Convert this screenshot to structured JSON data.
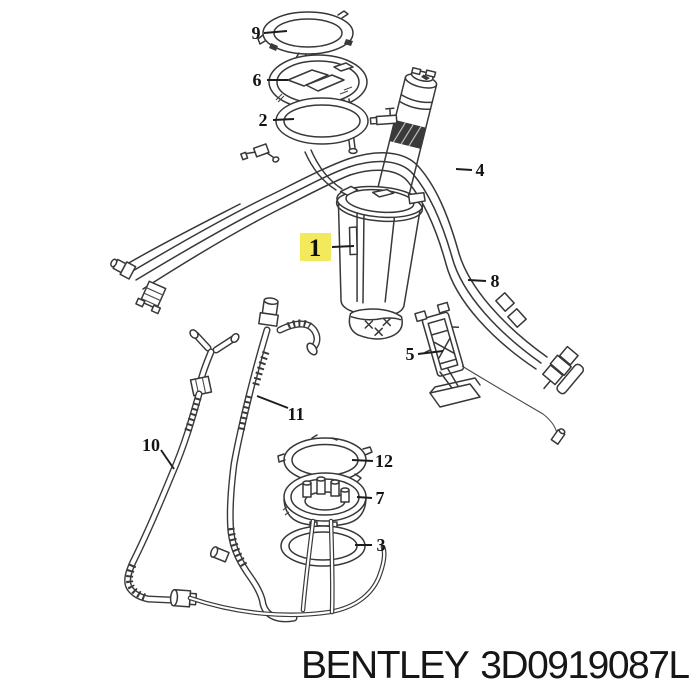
{
  "diagram": {
    "title": "fuel pump module exploded parts diagram",
    "highlight_color": "#f3e95c",
    "callouts": [
      {
        "number": "9",
        "part": "locking-ring-top"
      },
      {
        "number": "6",
        "part": "flange-cover-top"
      },
      {
        "number": "2",
        "part": "seal-ring-top"
      },
      {
        "number": "4",
        "part": "reservoir-tube"
      },
      {
        "number": "1",
        "part": "fuel-pump-module",
        "highlighted": true
      },
      {
        "number": "8",
        "part": "fuel-line-bundle"
      },
      {
        "number": "5",
        "part": "fuel-level-sender"
      },
      {
        "number": "11",
        "part": "breather-hose-right"
      },
      {
        "number": "10",
        "part": "breather-hose-left"
      },
      {
        "number": "12",
        "part": "locking-ring-bottom"
      },
      {
        "number": "7",
        "part": "flange-cover-bottom"
      },
      {
        "number": "3",
        "part": "seal-ring-bottom"
      }
    ]
  },
  "footer": {
    "brand": "BENTLEY",
    "part_number": "3D0919087L"
  }
}
